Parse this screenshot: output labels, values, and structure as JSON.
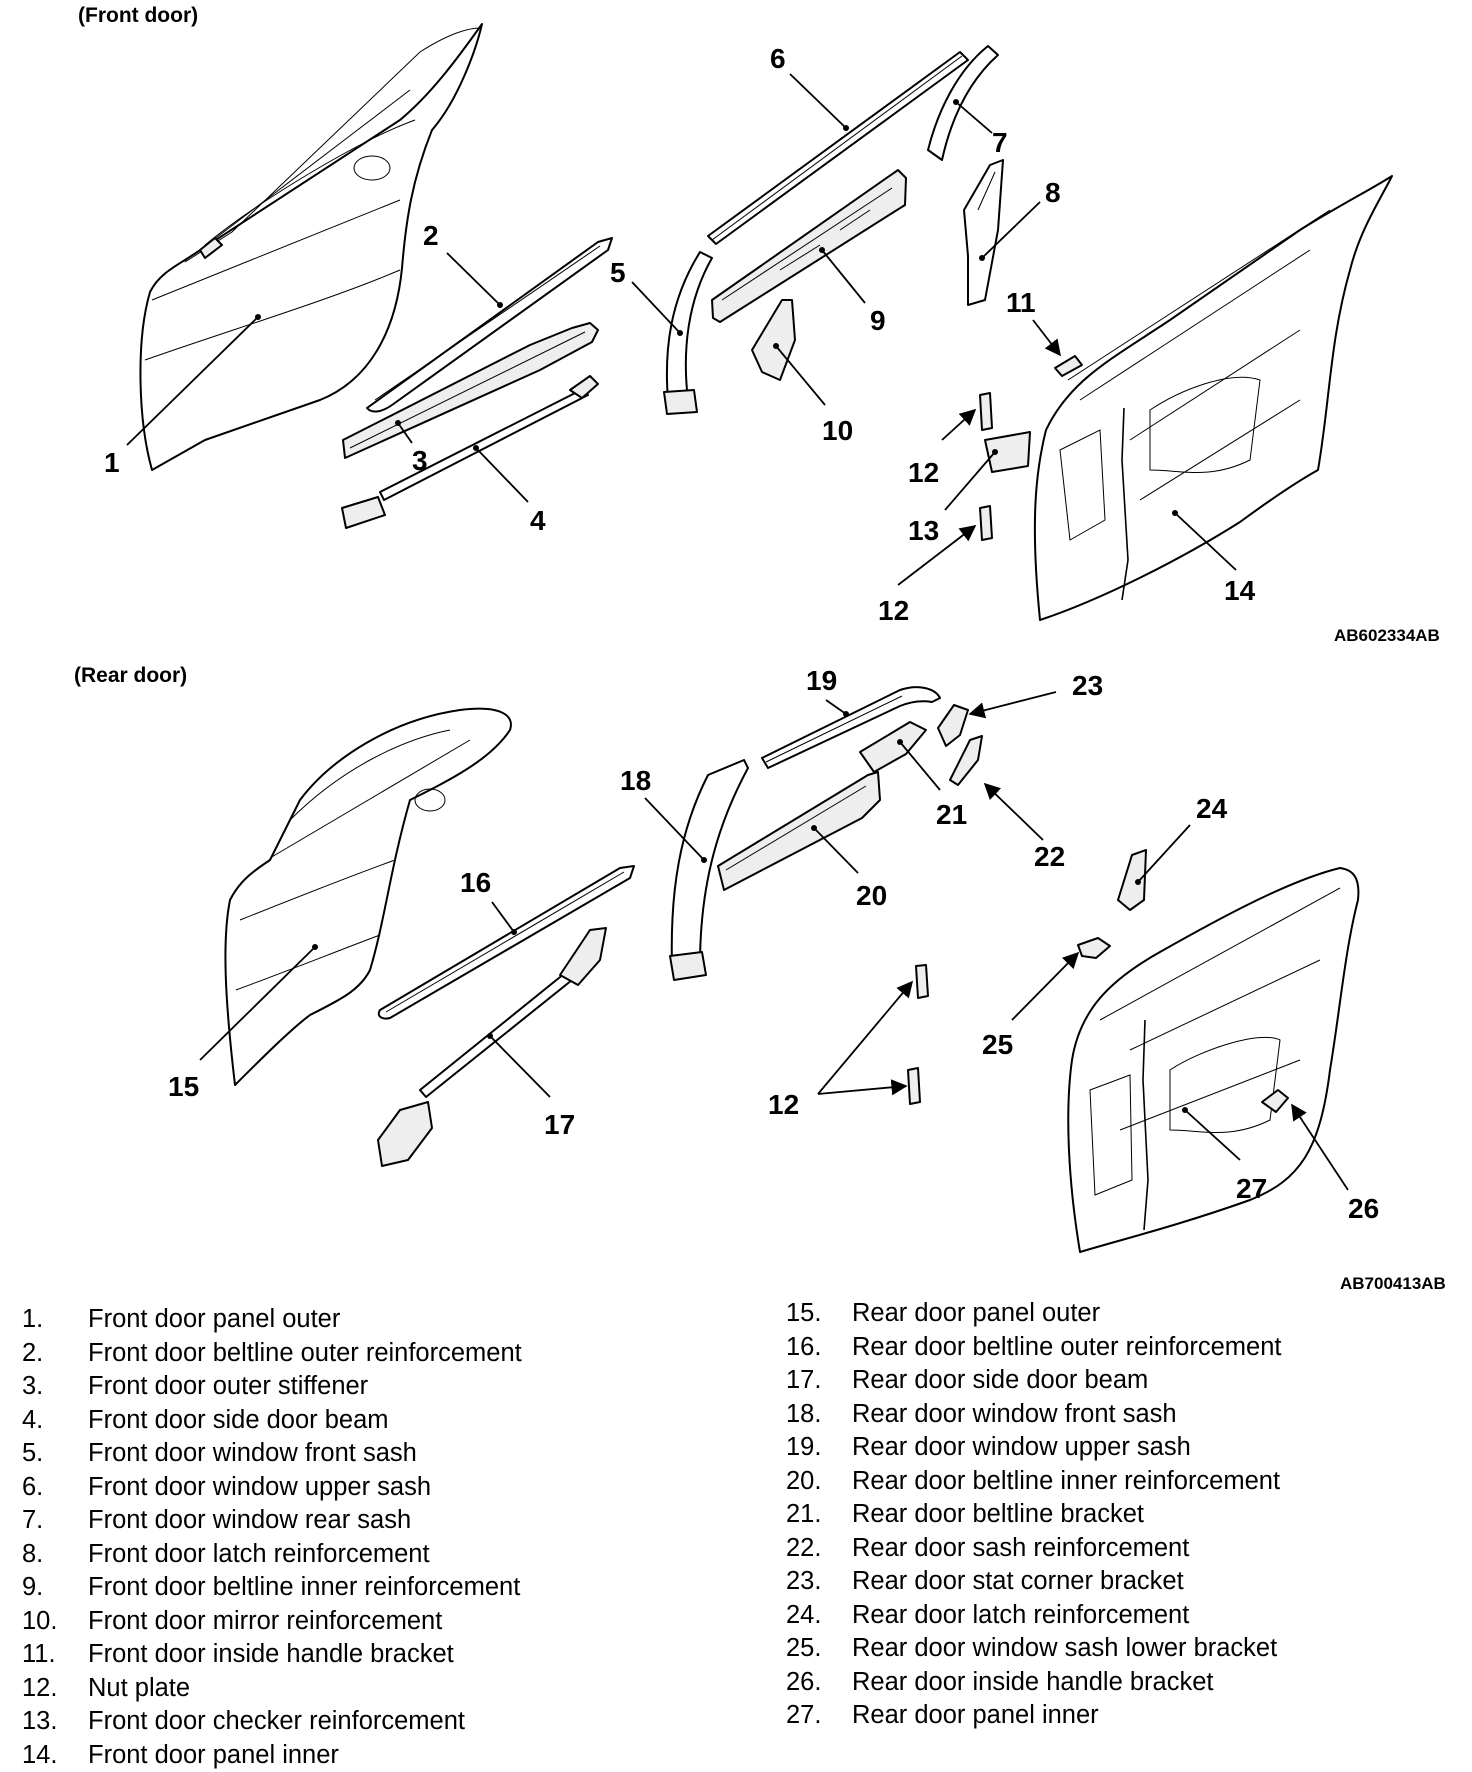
{
  "sections": {
    "front_title": "(Front door)",
    "rear_title": "(Rear door)",
    "front_code": "AB602334AB",
    "rear_code": "AB700413AB"
  },
  "callouts": {
    "c1": "1",
    "c2": "2",
    "c3": "3",
    "c4": "4",
    "c5": "5",
    "c6": "6",
    "c7": "7",
    "c8": "8",
    "c9": "9",
    "c10": "10",
    "c11": "11",
    "c12a": "12",
    "c13": "13",
    "c12b": "12",
    "c14": "14",
    "c15": "15",
    "c16": "16",
    "c17": "17",
    "c18": "18",
    "c19": "19",
    "c20": "20",
    "c21": "21",
    "c22": "22",
    "c23": "23",
    "c24": "24",
    "c25": "25",
    "c26": "26",
    "c27": "27",
    "c12c": "12"
  },
  "legend_left": [
    {
      "num": "1.",
      "label": "Front door panel outer"
    },
    {
      "num": "2.",
      "label": "Front door beltline outer reinforcement"
    },
    {
      "num": "3.",
      "label": "Front door outer stiffener"
    },
    {
      "num": "4.",
      "label": "Front door side door beam"
    },
    {
      "num": "5.",
      "label": "Front door window front sash"
    },
    {
      "num": "6.",
      "label": "Front door window upper sash"
    },
    {
      "num": "7.",
      "label": "Front door window rear sash"
    },
    {
      "num": "8.",
      "label": "Front door latch reinforcement"
    },
    {
      "num": "9.",
      "label": "Front door beltline inner reinforcement"
    },
    {
      "num": "10.",
      "label": "Front door mirror reinforcement"
    },
    {
      "num": "11.",
      "label": "Front door inside handle bracket"
    },
    {
      "num": "12.",
      "label": "Nut plate"
    },
    {
      "num": "13.",
      "label": "Front door checker reinforcement"
    },
    {
      "num": "14.",
      "label": "Front door panel inner"
    }
  ],
  "legend_right": [
    {
      "num": "15.",
      "label": "Rear door panel outer"
    },
    {
      "num": "16.",
      "label": "Rear door beltline outer reinforcement"
    },
    {
      "num": "17.",
      "label": "Rear door side door beam"
    },
    {
      "num": "18.",
      "label": "Rear door window front sash"
    },
    {
      "num": "19.",
      "label": "Rear door window upper sash"
    },
    {
      "num": "20.",
      "label": "Rear door beltline inner reinforcement"
    },
    {
      "num": "21.",
      "label": "Rear door beltline bracket"
    },
    {
      "num": "22.",
      "label": "Rear door sash reinforcement"
    },
    {
      "num": "23.",
      "label": "Rear door stat corner bracket"
    },
    {
      "num": "24.",
      "label": "Rear door latch reinforcement"
    },
    {
      "num": "25.",
      "label": "Rear door window sash lower bracket"
    },
    {
      "num": "26.",
      "label": "Rear door inside handle bracket"
    },
    {
      "num": "27.",
      "label": "Rear door panel inner"
    }
  ]
}
